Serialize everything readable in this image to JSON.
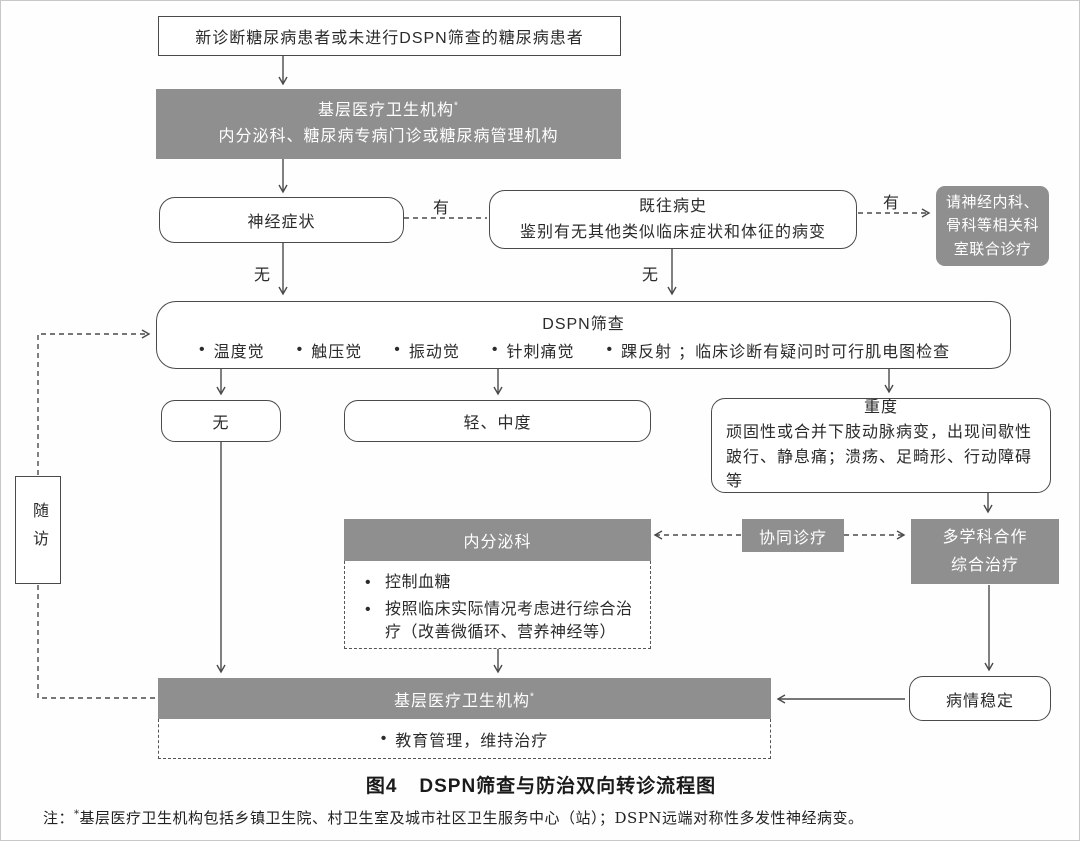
{
  "colors": {
    "node_gray": "#8f8f8f",
    "line": "#4a4a4a",
    "text": "#2b2b2b"
  },
  "bullet": "•",
  "nodes": {
    "start": "新诊断糖尿病患者或未进行DSPN筛查的糖尿病患者",
    "org_top": {
      "line1": "基层医疗卫生机构",
      "sup": "*",
      "line2": "内分泌科、糖尿病专病门诊或糖尿病管理机构"
    },
    "neuro": "神经症状",
    "history": {
      "line1": "既往病史",
      "line2": "鉴别有无其他类似临床症状和体征的病变"
    },
    "refer": {
      "line1": "请神经内科、",
      "line2": "骨科等相关科",
      "line3": "室联合诊疗"
    },
    "screen": {
      "title": "DSPN筛查",
      "items": [
        "温度觉",
        "触压觉",
        "振动觉",
        "针刺痛觉",
        "踝反射"
      ],
      "tail": "；临床诊断有疑问时可行肌电图检查"
    },
    "none": "无",
    "mild": "轻、中度",
    "severe": {
      "title": "重度",
      "body": "顽固性或合并下肢动脉病变，出现间歇性跛行、静息痛；溃疡、足畸形、行动障碍等"
    },
    "endocrine": {
      "title": "内分泌科",
      "items": [
        "控制血糖",
        "按照临床实际情况考虑进行综合治疗（改善微循环、营养神经等）"
      ]
    },
    "collab": "协同诊疗",
    "mdt": {
      "line1": "多学科合作",
      "line2": "综合治疗"
    },
    "followup": "随访",
    "org_bottom": {
      "title": "基层医疗卫生机构",
      "sup": "*",
      "item": "教育管理，维持治疗"
    },
    "stable": "病情稳定"
  },
  "edge_labels": {
    "yes_neuro": "有",
    "yes_history": "有",
    "no_neuro": "无",
    "no_history": "无"
  },
  "caption": {
    "fig": "图4",
    "title": "DSPN筛查与防治双向转诊流程图"
  },
  "note": {
    "prefix": "注：",
    "sup": "*",
    "text": "基层医疗卫生机构包括乡镇卫生院、村卫生室及城市社区卫生服务中心（站）；DSPN远端对称性多发性神经病变。"
  }
}
